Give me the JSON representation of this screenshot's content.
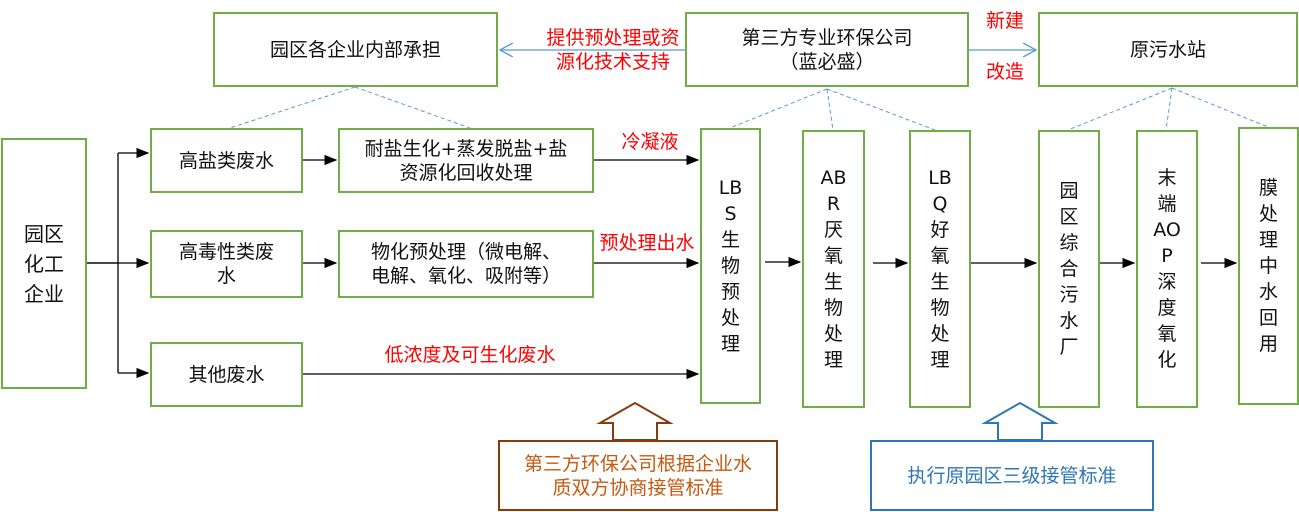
{
  "top": {
    "internal": "园区各企业内部承担",
    "third_party": "第三方专业环保公司\n（蓝必盛）",
    "original_station": "原污水站",
    "support_label": "提供预处理或资\n源化技术支持",
    "new_build": "新建",
    "renovate": "改造"
  },
  "source": "园区\n化工\n企业",
  "wastewater": {
    "high_salt": "高盐类废水",
    "high_toxic": "高毒性类废\n水",
    "other": "其他废水"
  },
  "pretreatment": {
    "salt": "耐盐生化+蒸发脱盐+盐\n资源化回收处理",
    "toxic": "物化预处理（微电解、\n电解、氧化、吸附等）"
  },
  "flow_labels": {
    "condensate": "冷凝液",
    "pretreated_effluent": "预处理出水",
    "low_concentration": "低浓度及可生化废水"
  },
  "stages": [
    "LB\nS\n生\n物\n预\n处\n理",
    "AB\nR\n厌\n氧\n生\n物\n处\n理",
    "LB\nQ\n好\n氧\n生\n物\n处\n理",
    "园\n区\n综\n合\n污\n水\n厂",
    "末\n端\nAO\nP\n深\n度\n氧\n化",
    "膜\n处\n理\n中\n水\n回\n用"
  ],
  "notes": {
    "negotiate": "第三方环保公司根据企业水\n质双方协商接管标准",
    "standard": "执行原园区三级接管标准"
  },
  "colors": {
    "box_border": "#70ad47",
    "red": "#ff0000",
    "brown": "#843c0c",
    "blue": "#2e75b6"
  }
}
